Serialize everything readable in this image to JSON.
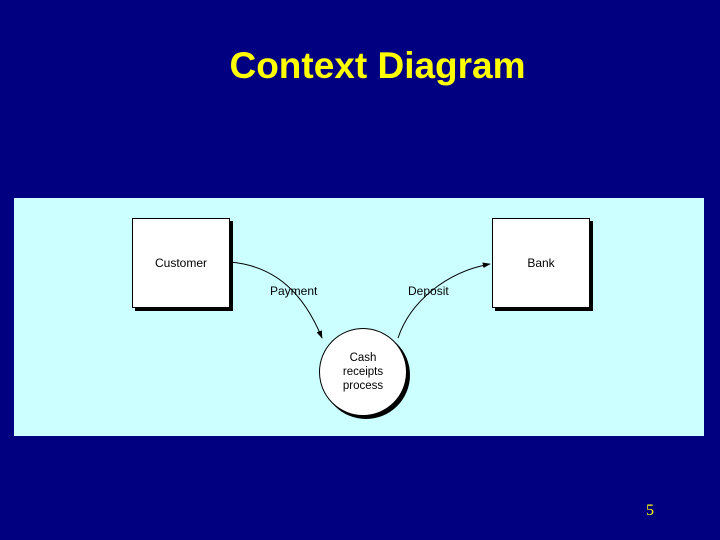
{
  "slide": {
    "title": "Context Diagram",
    "page_number": "5"
  },
  "diagram": {
    "entities": {
      "customer": "Customer",
      "bank": "Bank"
    },
    "process": {
      "label": "Cash\nreceipts\nprocess"
    },
    "flows": {
      "payment": "Payment",
      "deposit": "Deposit"
    }
  },
  "colors": {
    "background": "#000080",
    "title": "#ffff00",
    "panel": "#ccffff",
    "page_number": "#ffff00"
  }
}
